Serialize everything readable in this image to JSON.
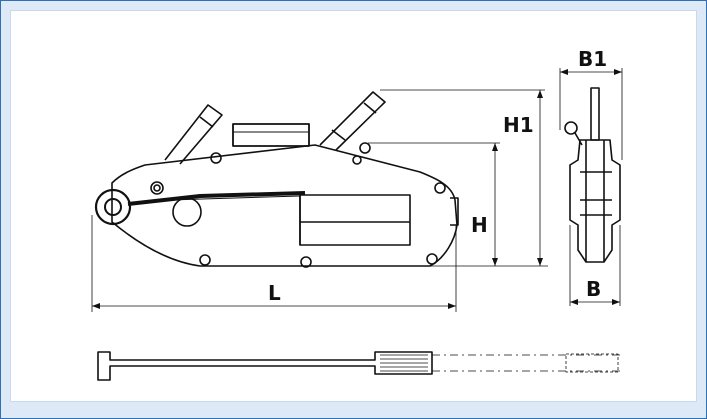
{
  "labels": {
    "b1": "B1",
    "h1": "H1",
    "h": "H",
    "l": "L",
    "b": "B"
  },
  "colors": {
    "border": "#2e6fb5",
    "background": "#dde9f6",
    "line": "#111111"
  }
}
